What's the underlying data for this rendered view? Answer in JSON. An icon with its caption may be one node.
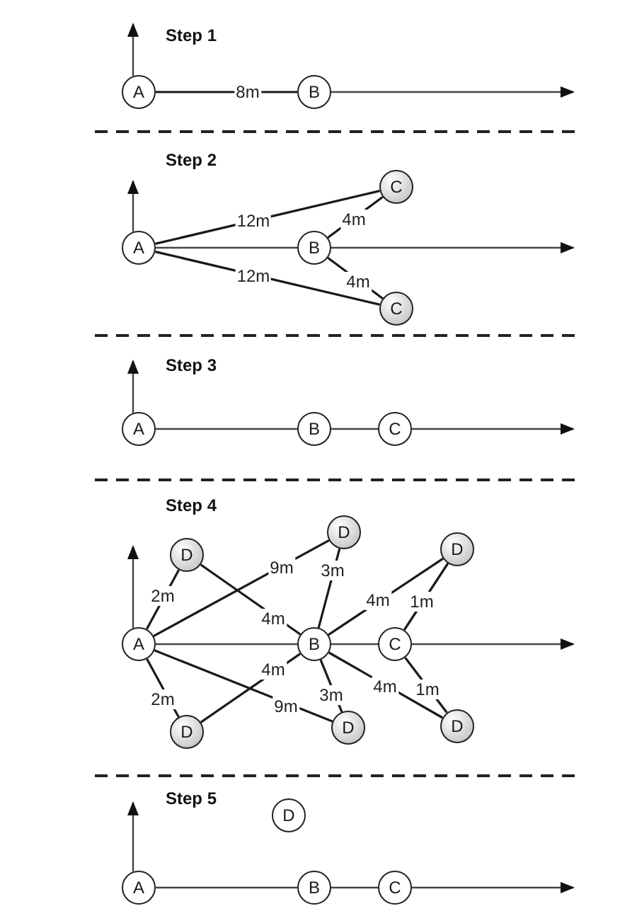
{
  "diagram": {
    "nodes": [
      {
        "text": [
          "A"
        ]
      },
      {
        "text": [
          "B"
        ]
      },
      {
        "text": [
          "C"
        ]
      },
      {
        "text": [
          "A"
        ]
      },
      {
        "text": [
          "B"
        ]
      },
      {
        "text": [
          "C"
        ]
      },
      {
        "text": [
          "A"
        ]
      },
      {
        "text": [
          "B"
        ]
      },
      {
        "text": [
          "C"
        ]
      },
      {
        "text": [
          "D"
        ]
      },
      {
        "text": [
          "D"
        ]
      },
      {
        "text": [
          "D"
        ]
      },
      {
        "text": [
          "A"
        ]
      },
      {
        "text": [
          "B"
        ]
      },
      {
        "text": [
          "C"
        ]
      },
      {
        "text": [
          "D"
        ]
      },
      {
        "text": [
          "D"
        ]
      },
      {
        "text": [
          "D"
        ]
      },
      {
        "text": [
          "D"
        ]
      },
      {
        "text": [
          "A"
        ]
      },
      {
        "text": [
          "B"
        ]
      },
      {
        "text": [
          "C"
        ]
      }
    ],
    "edges": [
      {
        "from": 0,
        "to": 1,
        "arrow": "none",
        "label": "8m"
      },
      {
        "from": 3,
        "to": 2,
        "arrow": "none",
        "label": "12m"
      },
      {
        "from": 4,
        "to": 2,
        "arrow": "none",
        "label": "4m"
      },
      {
        "from": 3,
        "to": 5,
        "arrow": "none",
        "label": "12m"
      },
      {
        "from": 4,
        "to": 5,
        "arrow": "none",
        "label": "4m"
      },
      {
        "from": 12,
        "to": 9,
        "arrow": "none",
        "label": "2m"
      },
      {
        "from": 12,
        "to": 10,
        "arrow": "none",
        "label": "9m"
      },
      {
        "from": 9,
        "to": 13,
        "arrow": "none",
        "label": "4m"
      },
      {
        "from": 13,
        "to": 10,
        "arrow": "none",
        "label": "3m"
      },
      {
        "from": 13,
        "to": 11,
        "arrow": "none",
        "label": "4m"
      },
      {
        "from": 14,
        "to": 11,
        "arrow": "none",
        "label": "1m"
      },
      {
        "from": 12,
        "to": 15,
        "arrow": "none",
        "label": "2m"
      },
      {
        "from": 12,
        "to": 16,
        "arrow": "none",
        "label": "9m"
      },
      {
        "from": 15,
        "to": 13,
        "arrow": "none",
        "label": "4m"
      },
      {
        "from": 13,
        "to": 16,
        "arrow": "none",
        "label": "3m"
      },
      {
        "from": 13,
        "to": 17,
        "arrow": "none",
        "label": "4m"
      },
      {
        "from": 14,
        "to": 17,
        "arrow": "none",
        "label": "1m"
      }
    ],
    "labels": [
      "Step 1",
      "Step 2",
      "Step 3",
      "Step 4",
      "Step 5"
    ]
  }
}
